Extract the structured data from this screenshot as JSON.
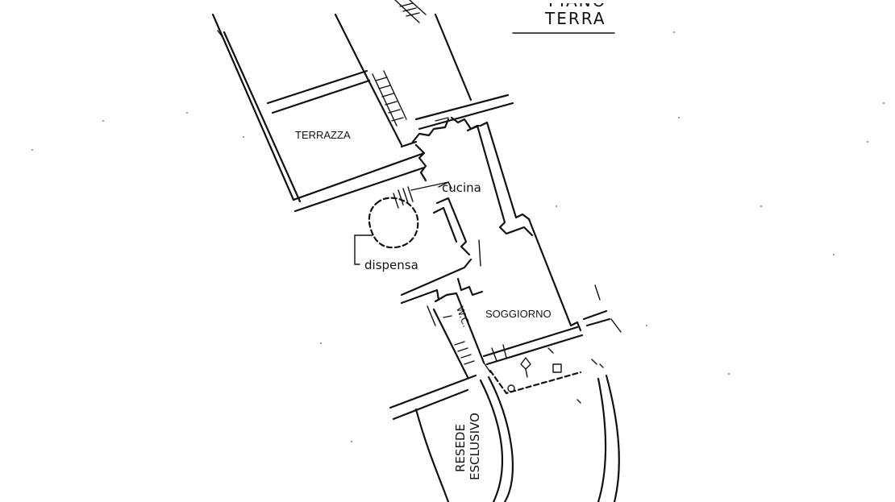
{
  "title": {
    "line1": "PIANO",
    "line2": "TERRA"
  },
  "rooms": {
    "terrazza": "TERRAZZA",
    "cucina": "cucina",
    "dispensa": "dispensa",
    "soggiorno": "SOGGIORNO",
    "wc": "W.C.",
    "resede_line1": "RESEDE",
    "resede_line2": "ESCLUSIVO"
  }
}
